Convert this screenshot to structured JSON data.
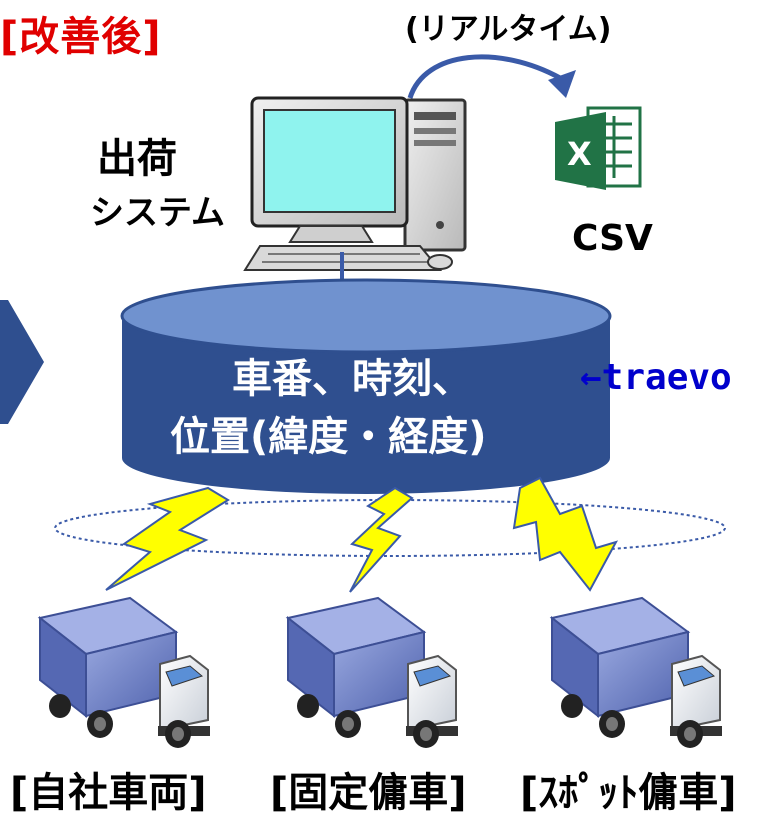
{
  "heading": {
    "after_label": "[改善後]"
  },
  "export": {
    "realtime_label": "(リアルタイム)",
    "file_label": "CSV",
    "file_icon": "excel-icon"
  },
  "system": {
    "name_line1": "出荷",
    "name_line2": "システム",
    "icon": "desktop-computer-icon"
  },
  "database": {
    "line1": "車番、時刻、",
    "line2": "位置(緯度・経度)",
    "source_label": "←traevo"
  },
  "vehicles": [
    {
      "label": "[自社車両]",
      "icon": "truck-icon"
    },
    {
      "label": "[固定傭車]",
      "icon": "truck-icon"
    },
    {
      "label": "[ｽﾎﾟｯﾄ傭車]",
      "icon": "truck-icon"
    }
  ],
  "colors": {
    "database_fill": "#2f4f8f",
    "database_top": "#6c8ecb",
    "lightning": "#ffff00",
    "heading": "#e00000",
    "source_text": "#0000cc",
    "truck_box": "#6f82c9",
    "excel_green": "#217346"
  }
}
